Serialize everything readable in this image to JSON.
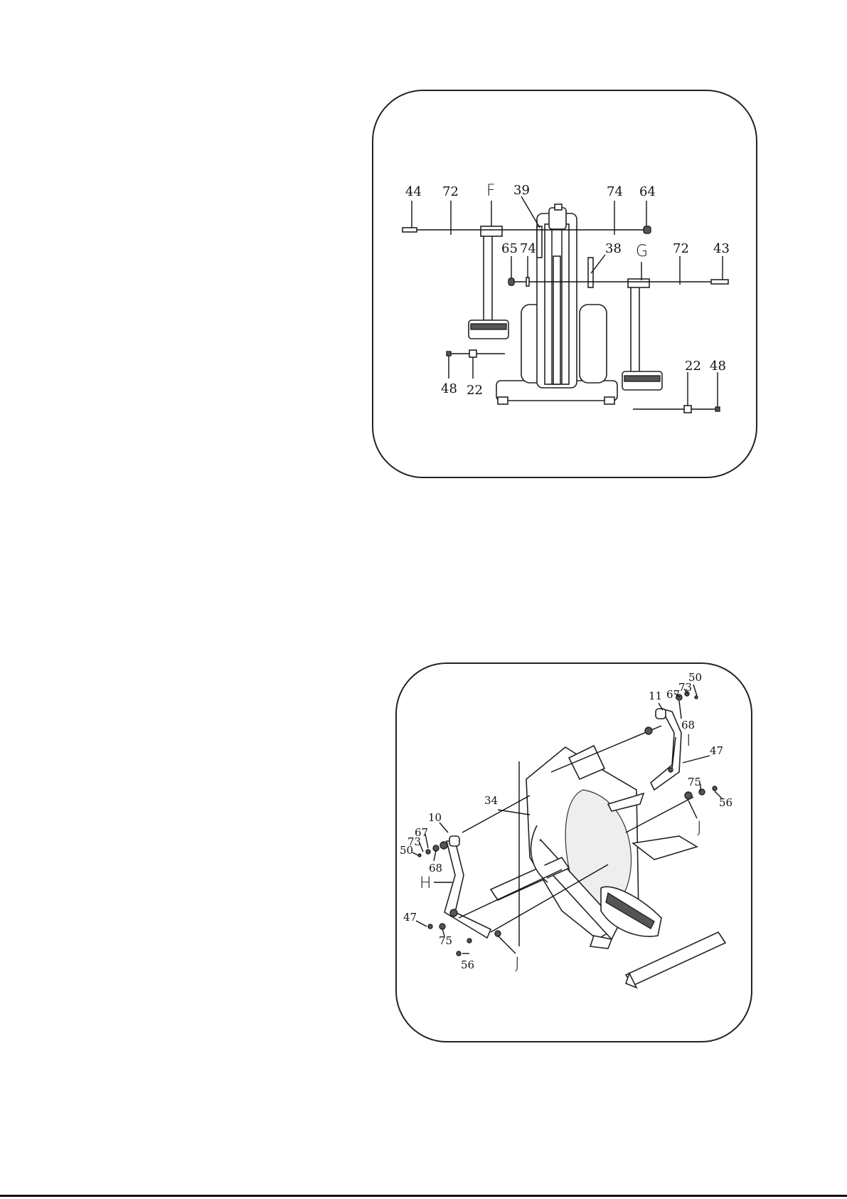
{
  "top_diagram": {
    "labels": {
      "l44": "44",
      "l72a": "72",
      "lF": "F",
      "l39": "39",
      "l74a": "74",
      "l64": "64",
      "l65": "65",
      "l74b": "74",
      "l38": "38",
      "lG": "G",
      "l72b": "72",
      "l43": "43",
      "l48a": "48",
      "l22a": "22",
      "l22b": "22",
      "l48b": "48"
    }
  },
  "bottom_diagram": {
    "labels": {
      "l50a": "50",
      "l73a": "73",
      "l67a": "67",
      "l11": "11",
      "l68a": "68",
      "lI": "I",
      "l47a": "47",
      "l75a": "75",
      "l56a": "56",
      "lJa": "J",
      "l34": "34",
      "l10": "10",
      "l67b": "67",
      "l73b": "73",
      "l50b": "50",
      "l68b": "68",
      "lH": "H",
      "l47b": "47",
      "l75b": "75",
      "l56b": "56",
      "lJb": "J"
    }
  },
  "colors": {
    "line": "#111111",
    "background": "#ffffff"
  }
}
